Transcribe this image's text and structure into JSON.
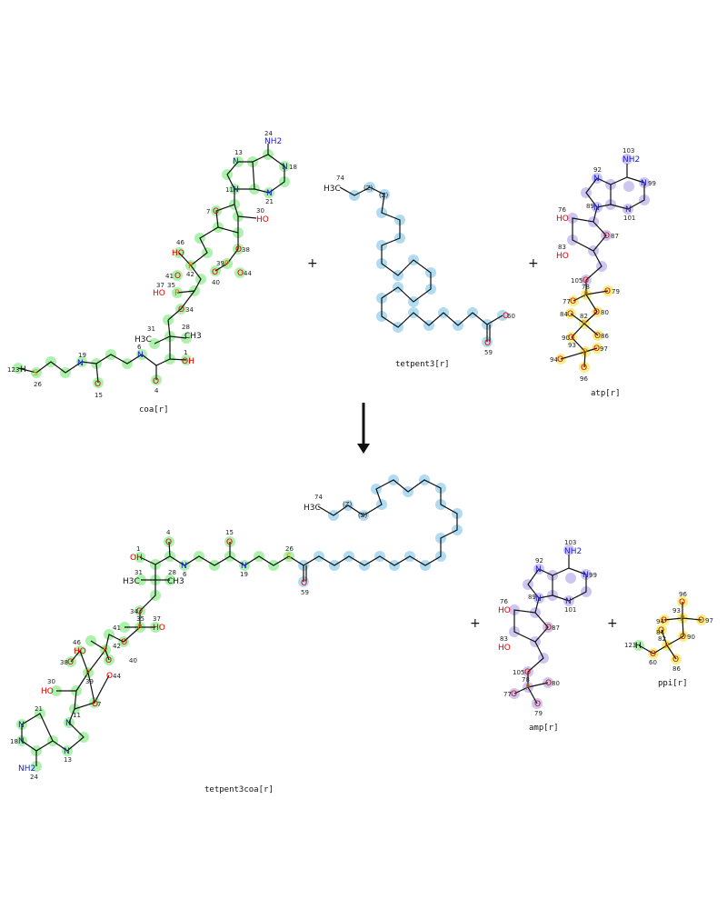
{
  "reactants": [
    {
      "label": "coa[r]"
    },
    {
      "label": "tetpent3[r]"
    },
    {
      "label": "atp[r]"
    }
  ],
  "products": [
    {
      "label": "tetpent3coa[r]"
    },
    {
      "label": "amp[r]"
    },
    {
      "label": "ppi[r]"
    }
  ],
  "operator": "+",
  "colors": {
    "coa_highlight": "#9ef09e",
    "fatty_acid_highlight": "#a8d8f0",
    "atp_highlight": "#c8c0f0",
    "phosphate_highlight": "#f0f07a",
    "oxygen_text": "#e00000",
    "nitrogen_text": "#2020d0",
    "sulfur_text": "#c8a000",
    "phosphorus_text": "#e07000",
    "carbon_text": "#111111",
    "arrow": "#111111"
  },
  "atoms": {
    "coa": [
      {
        "id": "n24",
        "sym": "NH2",
        "num": "24",
        "el": "N"
      },
      {
        "id": "n13",
        "sym": "N",
        "num": "13",
        "el": "N"
      },
      {
        "id": "n18",
        "sym": "N",
        "num": "18",
        "el": "N"
      },
      {
        "id": "n11",
        "sym": "N",
        "num": "11",
        "el": "N"
      },
      {
        "id": "n21",
        "sym": "N",
        "num": "21",
        "el": "N"
      },
      {
        "id": "o7",
        "sym": "O",
        "num": "7",
        "el": "O"
      },
      {
        "id": "o30",
        "sym": "HO",
        "num": "30",
        "el": "O"
      },
      {
        "id": "o38",
        "sym": "O",
        "num": "38",
        "el": "O"
      },
      {
        "id": "p39",
        "sym": "P",
        "num": "39",
        "el": "P"
      },
      {
        "id": "o44",
        "sym": "O",
        "num": "44",
        "el": "O"
      },
      {
        "id": "o40",
        "sym": "O",
        "num": "40",
        "el": "O"
      },
      {
        "id": "o46",
        "sym": "HO",
        "num": "46",
        "el": "O"
      },
      {
        "id": "p42",
        "sym": "P",
        "num": "42",
        "el": "P"
      },
      {
        "id": "o41",
        "sym": "O",
        "num": "41",
        "el": "O"
      },
      {
        "id": "o37",
        "sym": "HO",
        "num": "37",
        "el": "O"
      },
      {
        "id": "p35",
        "sym": "P",
        "num": "35",
        "el": "P"
      },
      {
        "id": "o34",
        "sym": "O",
        "num": "34",
        "el": "O"
      },
      {
        "id": "n6",
        "sym": "N",
        "num": "6",
        "el": "N"
      },
      {
        "id": "o1",
        "sym": "OH",
        "num": "1",
        "el": "O"
      },
      {
        "id": "o4",
        "sym": "O",
        "num": "4",
        "el": "O"
      },
      {
        "id": "n19",
        "sym": "N",
        "num": "19",
        "el": "N"
      },
      {
        "id": "o15",
        "sym": "O",
        "num": "15",
        "el": "O"
      },
      {
        "id": "s26",
        "sym": "S",
        "num": "26",
        "el": "S"
      },
      {
        "id": "h123",
        "sym": "H",
        "num": "123",
        "el": "C"
      },
      {
        "id": "c31",
        "sym": "H3C",
        "num": "31",
        "el": "C"
      },
      {
        "id": "c28",
        "sym": "CH3",
        "num": "28",
        "el": "C"
      }
    ],
    "tetpent3": [
      {
        "id": "c74",
        "sym": "H3C",
        "num": "74",
        "el": "C"
      },
      {
        "id": "o60",
        "sym": "O",
        "num": "60",
        "el": "O"
      },
      {
        "id": "o59",
        "sym": "O",
        "num": "59",
        "el": "O"
      },
      {
        "id": "z1",
        "sym": "(Z)",
        "num": "",
        "el": "C"
      },
      {
        "id": "z2",
        "sym": "(Z)",
        "num": "",
        "el": "C"
      }
    ],
    "atp": [
      {
        "id": "n103",
        "sym": "NH2",
        "num": "103",
        "el": "N"
      },
      {
        "id": "n92",
        "sym": "N",
        "num": "92",
        "el": "N"
      },
      {
        "id": "n99",
        "sym": "N",
        "num": "99",
        "el": "N"
      },
      {
        "id": "n89",
        "sym": "N",
        "num": "89",
        "el": "N"
      },
      {
        "id": "n101",
        "sym": "N",
        "num": "101",
        "el": "N"
      },
      {
        "id": "o87",
        "sym": "O",
        "num": "87",
        "el": "O"
      },
      {
        "id": "o76",
        "sym": "HO",
        "num": "76",
        "el": "O"
      },
      {
        "id": "o83",
        "sym": "HO",
        "num": "83",
        "el": "O"
      },
      {
        "id": "o105",
        "sym": "O",
        "num": "105",
        "el": "O"
      },
      {
        "id": "p78",
        "sym": "P",
        "num": "78",
        "el": "P"
      },
      {
        "id": "o77",
        "sym": "O",
        "num": "77",
        "el": "O"
      },
      {
        "id": "o79",
        "sym": "O",
        "num": "79",
        "el": "O"
      },
      {
        "id": "o80",
        "sym": "O",
        "num": "80",
        "el": "O"
      },
      {
        "id": "p82",
        "sym": "P",
        "num": "82",
        "el": "P"
      },
      {
        "id": "o84",
        "sym": "O",
        "num": "84",
        "el": "O"
      },
      {
        "id": "o86",
        "sym": "O",
        "num": "86",
        "el": "O"
      },
      {
        "id": "o90",
        "sym": "O",
        "num": "90",
        "el": "O"
      },
      {
        "id": "p93",
        "sym": "P",
        "num": "93",
        "el": "P"
      },
      {
        "id": "o94",
        "sym": "O",
        "num": "94",
        "el": "O"
      },
      {
        "id": "o96",
        "sym": "O",
        "num": "96",
        "el": "O"
      },
      {
        "id": "o97",
        "sym": "O",
        "num": "97",
        "el": "O"
      }
    ],
    "amp": [
      {
        "id": "n103b",
        "sym": "NH2",
        "num": "103",
        "el": "N"
      },
      {
        "id": "n92b",
        "sym": "N",
        "num": "92",
        "el": "N"
      },
      {
        "id": "n99b",
        "sym": "N",
        "num": "99",
        "el": "N"
      },
      {
        "id": "n89b",
        "sym": "N",
        "num": "89",
        "el": "N"
      },
      {
        "id": "n101b",
        "sym": "N",
        "num": "101",
        "el": "N"
      },
      {
        "id": "o87b",
        "sym": "O",
        "num": "87",
        "el": "O"
      },
      {
        "id": "o76b",
        "sym": "HO",
        "num": "76",
        "el": "O"
      },
      {
        "id": "o83b",
        "sym": "HO",
        "num": "83",
        "el": "O"
      },
      {
        "id": "o105b",
        "sym": "O",
        "num": "105",
        "el": "O"
      },
      {
        "id": "p78b",
        "sym": "P",
        "num": "78",
        "el": "P"
      },
      {
        "id": "o77b",
        "sym": "O",
        "num": "77",
        "el": "O"
      },
      {
        "id": "o80b",
        "sym": "O",
        "num": "80",
        "el": "O"
      },
      {
        "id": "o79b",
        "sym": "O",
        "num": "79",
        "el": "O"
      }
    ],
    "ppi": [
      {
        "id": "o96c",
        "sym": "O",
        "num": "96",
        "el": "O"
      },
      {
        "id": "p93c",
        "sym": "P",
        "num": "93",
        "el": "P"
      },
      {
        "id": "o94c",
        "sym": "O",
        "num": "94",
        "el": "O"
      },
      {
        "id": "o97c",
        "sym": "O",
        "num": "97",
        "el": "O"
      },
      {
        "id": "o90c",
        "sym": "O",
        "num": "90",
        "el": "O"
      },
      {
        "id": "p82c",
        "sym": "P",
        "num": "82",
        "el": "P"
      },
      {
        "id": "o84c",
        "sym": "O",
        "num": "84",
        "el": "O"
      },
      {
        "id": "o86c",
        "sym": "O",
        "num": "86",
        "el": "O"
      },
      {
        "id": "o60c",
        "sym": "O",
        "num": "60",
        "el": "O"
      },
      {
        "id": "h123c",
        "sym": "H",
        "num": "123",
        "el": "C"
      }
    ]
  }
}
